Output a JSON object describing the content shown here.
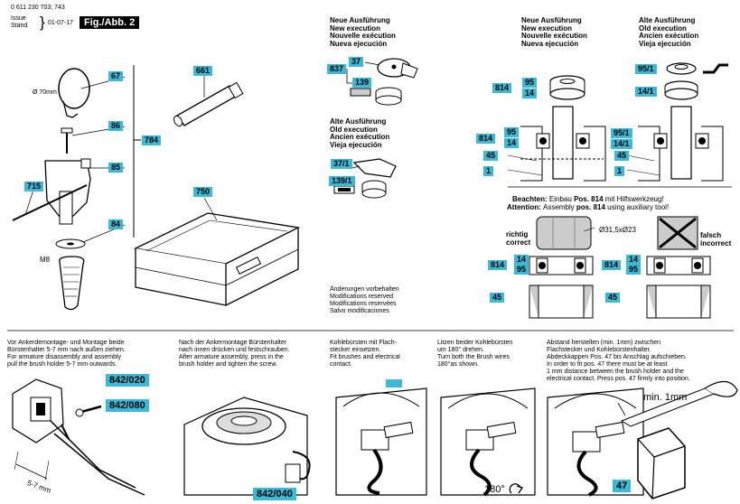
{
  "header": {
    "part_number": "0 611 230 703; 743",
    "issue_label": "Issue",
    "stand_label": "Stand",
    "date": "01-07-17",
    "figure": "Fig./Abb. 2"
  },
  "left_parts": {
    "diameter_label": "Ø 70mm",
    "thread_label": "M8",
    "p67": "67",
    "p86": "86",
    "p85": "85",
    "p84": "84",
    "p784": "784",
    "p715": "715",
    "p661": "661",
    "p750": "750"
  },
  "new_execution": {
    "lines": [
      "Neue Ausführung",
      "New execution",
      "Nouvelle exécution",
      "Nueva ejecución"
    ],
    "p837": "837",
    "p37": "37",
    "p139": "139"
  },
  "old_execution": {
    "lines": [
      "Alte Ausführung",
      "Old execution",
      "Ancien exécution",
      "Vieja ejecución"
    ],
    "p37_1": "37/1",
    "p139_1": "139/1"
  },
  "bearing_new": {
    "lines": [
      "Neue Ausführung",
      "New execution",
      "Nouvelle exécution",
      "Nueva ejecución"
    ],
    "p814": "814",
    "p95": "95",
    "p14": "14",
    "p45": "45",
    "p1": "1"
  },
  "bearing_old": {
    "lines": [
      "Alte Ausführung",
      "Old execution",
      "Ancien exécution",
      "Vieja ejecución"
    ],
    "p95_1": "95/1",
    "p14_1": "14/1",
    "p45": "45",
    "p1": "1"
  },
  "modifications": [
    "Änderungen vorbehalten",
    "Modifications reserved",
    "Modifications reservées",
    "Salvo modificaciones"
  ],
  "assembly_note": {
    "de_label": "Beachten:",
    "de_text_a": "Einbau ",
    "de_pos": "Pos. 814",
    "de_text_b": " mit Hilfswerkzeug!",
    "en_label": "Attention:",
    "en_text_a": "Assembly ",
    "en_pos": "pos. 814",
    "en_text_b": " using auxiliary tool!",
    "dimension": "Ø31,5xØ23",
    "correct_de": "richtig",
    "correct_en": "correct",
    "wrong_de": "falsch",
    "wrong_en": "incorrect",
    "p814": "814",
    "p14": "14",
    "p95": "95",
    "p45": "45"
  },
  "steps": [
    {
      "lines": [
        "Vor Ankerdemontage- und Montage beide",
        "Bürstenhalter 5-7 mm nach außen ziehen.",
        "For armature disassembly and assembly",
        "pull the brush holder 5-7 mm outwards."
      ]
    },
    {
      "lines": [
        "Nach der Ankermontage Bürstenhalter",
        "nach innen drücken und festschrauben.",
        "After armature assembly, press in the",
        "brush holder and tighten the screw."
      ]
    },
    {
      "lines": [
        "Kohlebürsten mit Flach-",
        "stecker einsetzen.",
        "Fit brushes and electrical",
        "contact."
      ]
    },
    {
      "lines": [
        "Litzen beider Kohlebürsten",
        "um 180° drehen.",
        "Turn both the Brush wires",
        "180°as shown."
      ]
    },
    {
      "lines": [
        "Abstand herstellen (min. 1mm) zwischen",
        "Flachstecker und Kohlebürstenhalter.",
        "Abdeckkappen Pos. 47 bis Anschlag aufschieben.",
        "In order to fit pos. 47 there must be at least",
        "1 mm distance between the brush holder and the",
        "electrical contact. Press pos. 47 firmly into position."
      ]
    }
  ],
  "step_labels": {
    "p842_020": "842/020",
    "p842_080": "842/080",
    "dim_5_7": "5-7 mm",
    "p842_040": "842/040",
    "deg180": "180°",
    "min1mm": "min. 1mm",
    "p47": "47"
  },
  "colors": {
    "accent": "#3cb9d6",
    "black": "#000000"
  }
}
